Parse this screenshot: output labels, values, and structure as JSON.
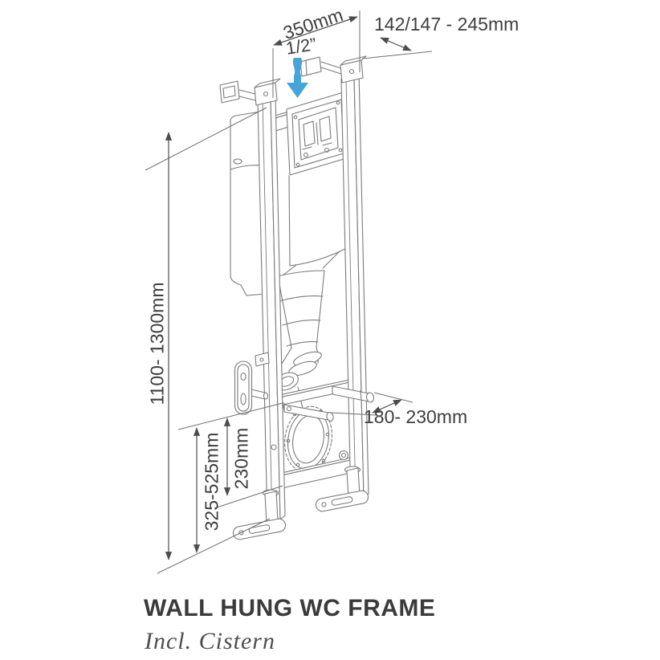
{
  "diagram": {
    "kind": "technical line drawing",
    "subject": "wall hung WC frame with concealed cistern, isometric view",
    "colors": {
      "background": "#ffffff",
      "line_gray": "#7a7a7a",
      "dimension_gray": "#4d4d4d",
      "text_gray": "#3e3e3e",
      "accent_blue": "#45a5d8"
    },
    "icons": {
      "water_inlet_arrow": "blue wavy arrow pointing down at 1/2 inch water supply"
    }
  },
  "labels": {
    "top_width": "350mm",
    "wall_distance": "142/147 - 245mm",
    "water_inlet": "1/2”",
    "frame_height": "1100- 1300mm",
    "outlet_range": "325-525mm",
    "outlet_height": "230mm",
    "rod_range": "180- 230mm"
  },
  "caption": {
    "title": "WALL HUNG WC FRAME",
    "subtitle": "Incl. Cistern"
  }
}
